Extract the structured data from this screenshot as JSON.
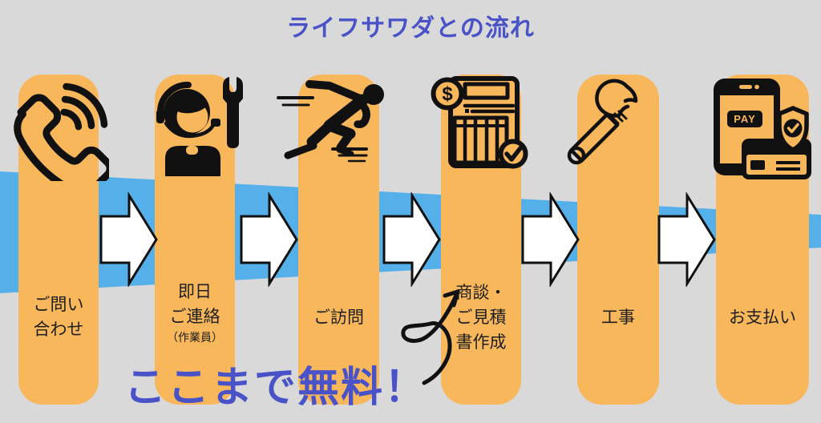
{
  "title": "ライフサワダとの流れ",
  "free_note": "ここまで無料！",
  "steps": [
    {
      "name": "inquiry",
      "icon": "phone-icon",
      "label_lines": [
        "ご問い",
        "合わせ"
      ]
    },
    {
      "name": "same-day-contact",
      "icon": "support-agent-wrench-icon",
      "label_lines": [
        "即日",
        "ご連絡"
      ],
      "sub_label": "（作業員）"
    },
    {
      "name": "visit",
      "icon": "running-person-icon",
      "label_lines": [
        "ご訪問"
      ]
    },
    {
      "name": "estimate",
      "icon": "estimate-document-icon",
      "label_lines": [
        "商談・",
        "ご見積",
        "書作成"
      ]
    },
    {
      "name": "construction",
      "icon": "wrench-icon",
      "label_lines": [
        "工事"
      ]
    },
    {
      "name": "payment",
      "icon": "mobile-payment-icon",
      "label_lines": [
        "お支払い"
      ]
    }
  ],
  "icon_texts": {
    "pay": "PAY",
    "currency": "$"
  },
  "colors": {
    "background": "#D9D9D9",
    "pill_orange": "#F8B75A",
    "band_blue": "#55AFE8",
    "headline_blue": "#4A52C8",
    "icon_black": "#111111",
    "arrow_fill": "#FFFFFF"
  }
}
